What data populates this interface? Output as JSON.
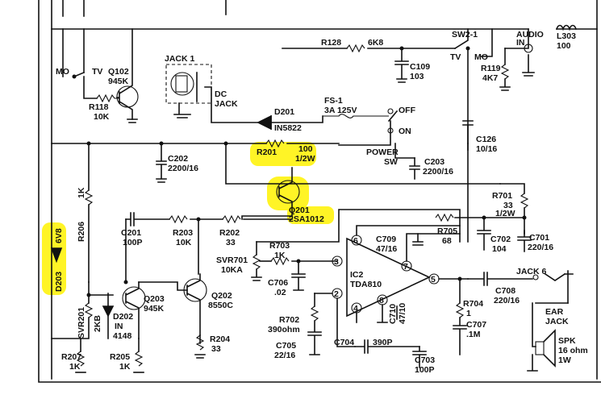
{
  "highlight_color": "#fff200",
  "ink_color": "#111111",
  "labels": {
    "mo_left": "MO",
    "tv_left": "TV",
    "q102_name": "Q102",
    "q102_part": "945K",
    "r118_name": "R118",
    "r118_val": "10K",
    "jack1": "JACK 1",
    "dc": "DC",
    "dc_jack": "JACK",
    "r128_name": "R128",
    "r128_val": "6K8",
    "c109_name": "C109",
    "c109_val": "103",
    "sw21": "SW2-1",
    "tv_sw": "TV",
    "mo_sw": "MO",
    "audio": "AUDIO",
    "audio_in": "IN",
    "l303_name": "L303",
    "l303_val": "100",
    "r119_name": "R119",
    "r119_val": "4K7",
    "fs1": "FS-1",
    "fs1_val": "3A  125V",
    "off": "OFF",
    "on": "ON",
    "d201_name": "D201",
    "d201_part": "IN5822",
    "c126_name": "C126",
    "c126_val": "10/16",
    "r201_name": "R201",
    "r201_val": "100",
    "r201_w": "1/2W",
    "power": "POWER",
    "power_sw": "SW",
    "c203_name": "C203",
    "c203_val": "2200/16",
    "c202_name": "C202",
    "c202_val": "2200/16",
    "r206_name": "R206",
    "r206_val": "1K",
    "d203_name": "D203",
    "d203_val": "6V8",
    "q201_name": "Q201",
    "q201_part": "2SA1012",
    "r701_name": "R701",
    "r701_val": "33",
    "r701_w": "1/2W",
    "c201_name": "C201",
    "c201_val": "100P",
    "r203_name": "R203",
    "r203_val": "10K",
    "r202_name": "R202",
    "r202_val": "33",
    "r705_name": "R705",
    "r705_val": "68",
    "c709_name": "C709",
    "c709_val": "47/16",
    "c702_name": "C702",
    "c702_val": "104",
    "c701_name": "C701",
    "c701_val": "220/16",
    "r703_name": "R703",
    "r703_val": "1K",
    "svr701_name": "SVR701",
    "svr701_val": "10KA",
    "ic2_name": "IC2",
    "ic2_part": "TDA810",
    "c706_name": "C706",
    "c706_val": ".02",
    "pin3": "3",
    "pin6": "6",
    "pin7": "7",
    "pin5": "5",
    "pin2": "2",
    "pin4": "4",
    "pin8": "8",
    "c710_name": "C710",
    "c710_val": "47/10",
    "jack6": "JACK 6",
    "c708_name": "C708",
    "c708_val": "220/16",
    "r704_name": "R704",
    "r704_val": "1",
    "c707_name": "C707",
    "c707_val": ".1M",
    "ear": "EAR",
    "ear_jack": "JACK",
    "spk": "SPK",
    "spk_ohm": "16  ohm",
    "spk_w": "1W",
    "q203_name": "Q203",
    "q203_part": "945K",
    "q202_name": "Q202",
    "q202_part": "8550C",
    "d202_name": "D202",
    "d202_part": "IN",
    "d202_part2": "4148",
    "svr201_name": "SVR201",
    "svr201_val": "2KB",
    "r204_name": "R204",
    "r204_val": "33",
    "r702_name": "R702",
    "r702_val": "390ohm",
    "c705_name": "C705",
    "c705_val": "22/16",
    "c704_name": "C704",
    "c704_val": "390P",
    "c703_name": "C703",
    "c703_val": "100P",
    "r207_name": "R207",
    "r207_val": "1K",
    "r205_name": "R205",
    "r205_val": "1K"
  }
}
